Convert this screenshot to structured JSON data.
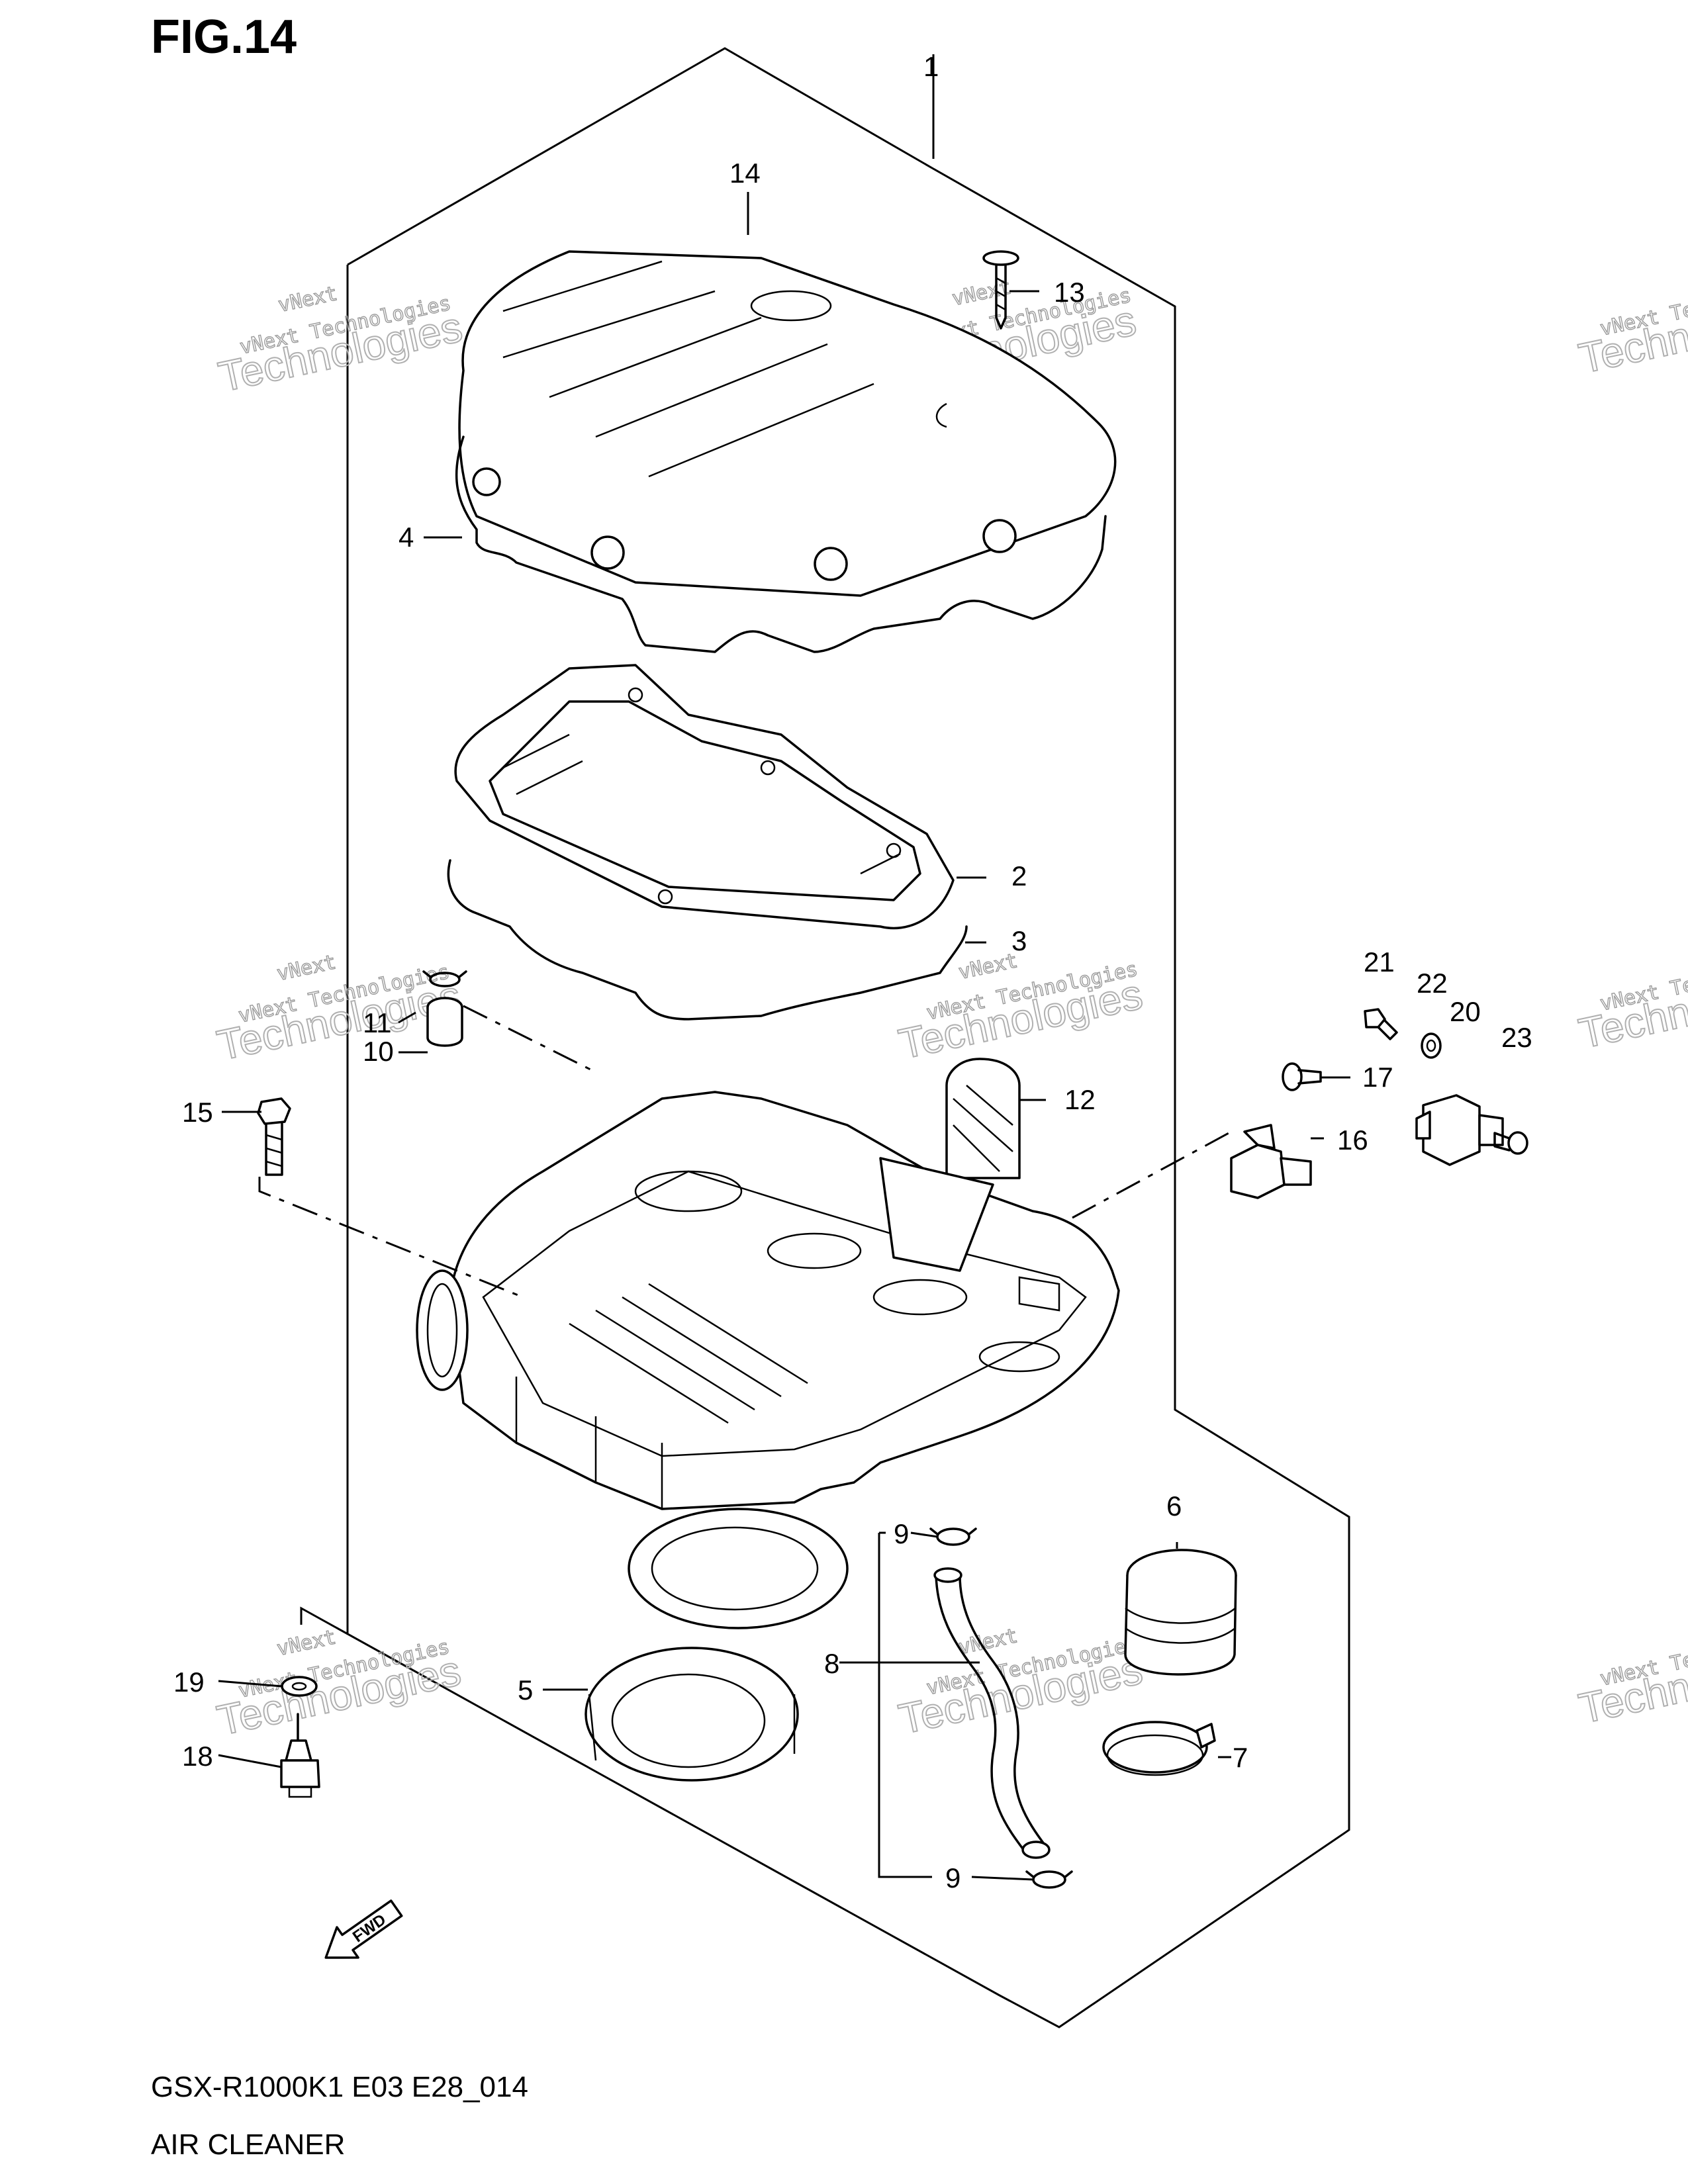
{
  "figure": {
    "title": "FIG.14",
    "code": "GSX-R1000K1 E03 E28_014",
    "name": "AIR CLEANER"
  },
  "watermark": {
    "line1": "vNext Technologies",
    "line2": "Technologies",
    "line3": "vNext"
  },
  "fwd_label": "FWD",
  "callouts": [
    {
      "id": "1",
      "label": "1"
    },
    {
      "id": "2",
      "label": "2"
    },
    {
      "id": "3",
      "label": "3"
    },
    {
      "id": "4",
      "label": "4"
    },
    {
      "id": "5",
      "label": "5"
    },
    {
      "id": "6",
      "label": "6"
    },
    {
      "id": "7",
      "label": "7"
    },
    {
      "id": "8",
      "label": "8"
    },
    {
      "id": "9a",
      "label": "9"
    },
    {
      "id": "9b",
      "label": "9"
    },
    {
      "id": "10",
      "label": "10"
    },
    {
      "id": "11",
      "label": "11"
    },
    {
      "id": "12",
      "label": "12"
    },
    {
      "id": "13",
      "label": "13"
    },
    {
      "id": "14",
      "label": "14"
    },
    {
      "id": "15",
      "label": "15"
    },
    {
      "id": "16",
      "label": "16"
    },
    {
      "id": "17",
      "label": "17"
    },
    {
      "id": "18",
      "label": "18"
    },
    {
      "id": "19",
      "label": "19"
    },
    {
      "id": "20",
      "label": "20"
    },
    {
      "id": "21",
      "label": "21"
    },
    {
      "id": "22",
      "label": "22"
    },
    {
      "id": "23",
      "label": "23"
    }
  ]
}
